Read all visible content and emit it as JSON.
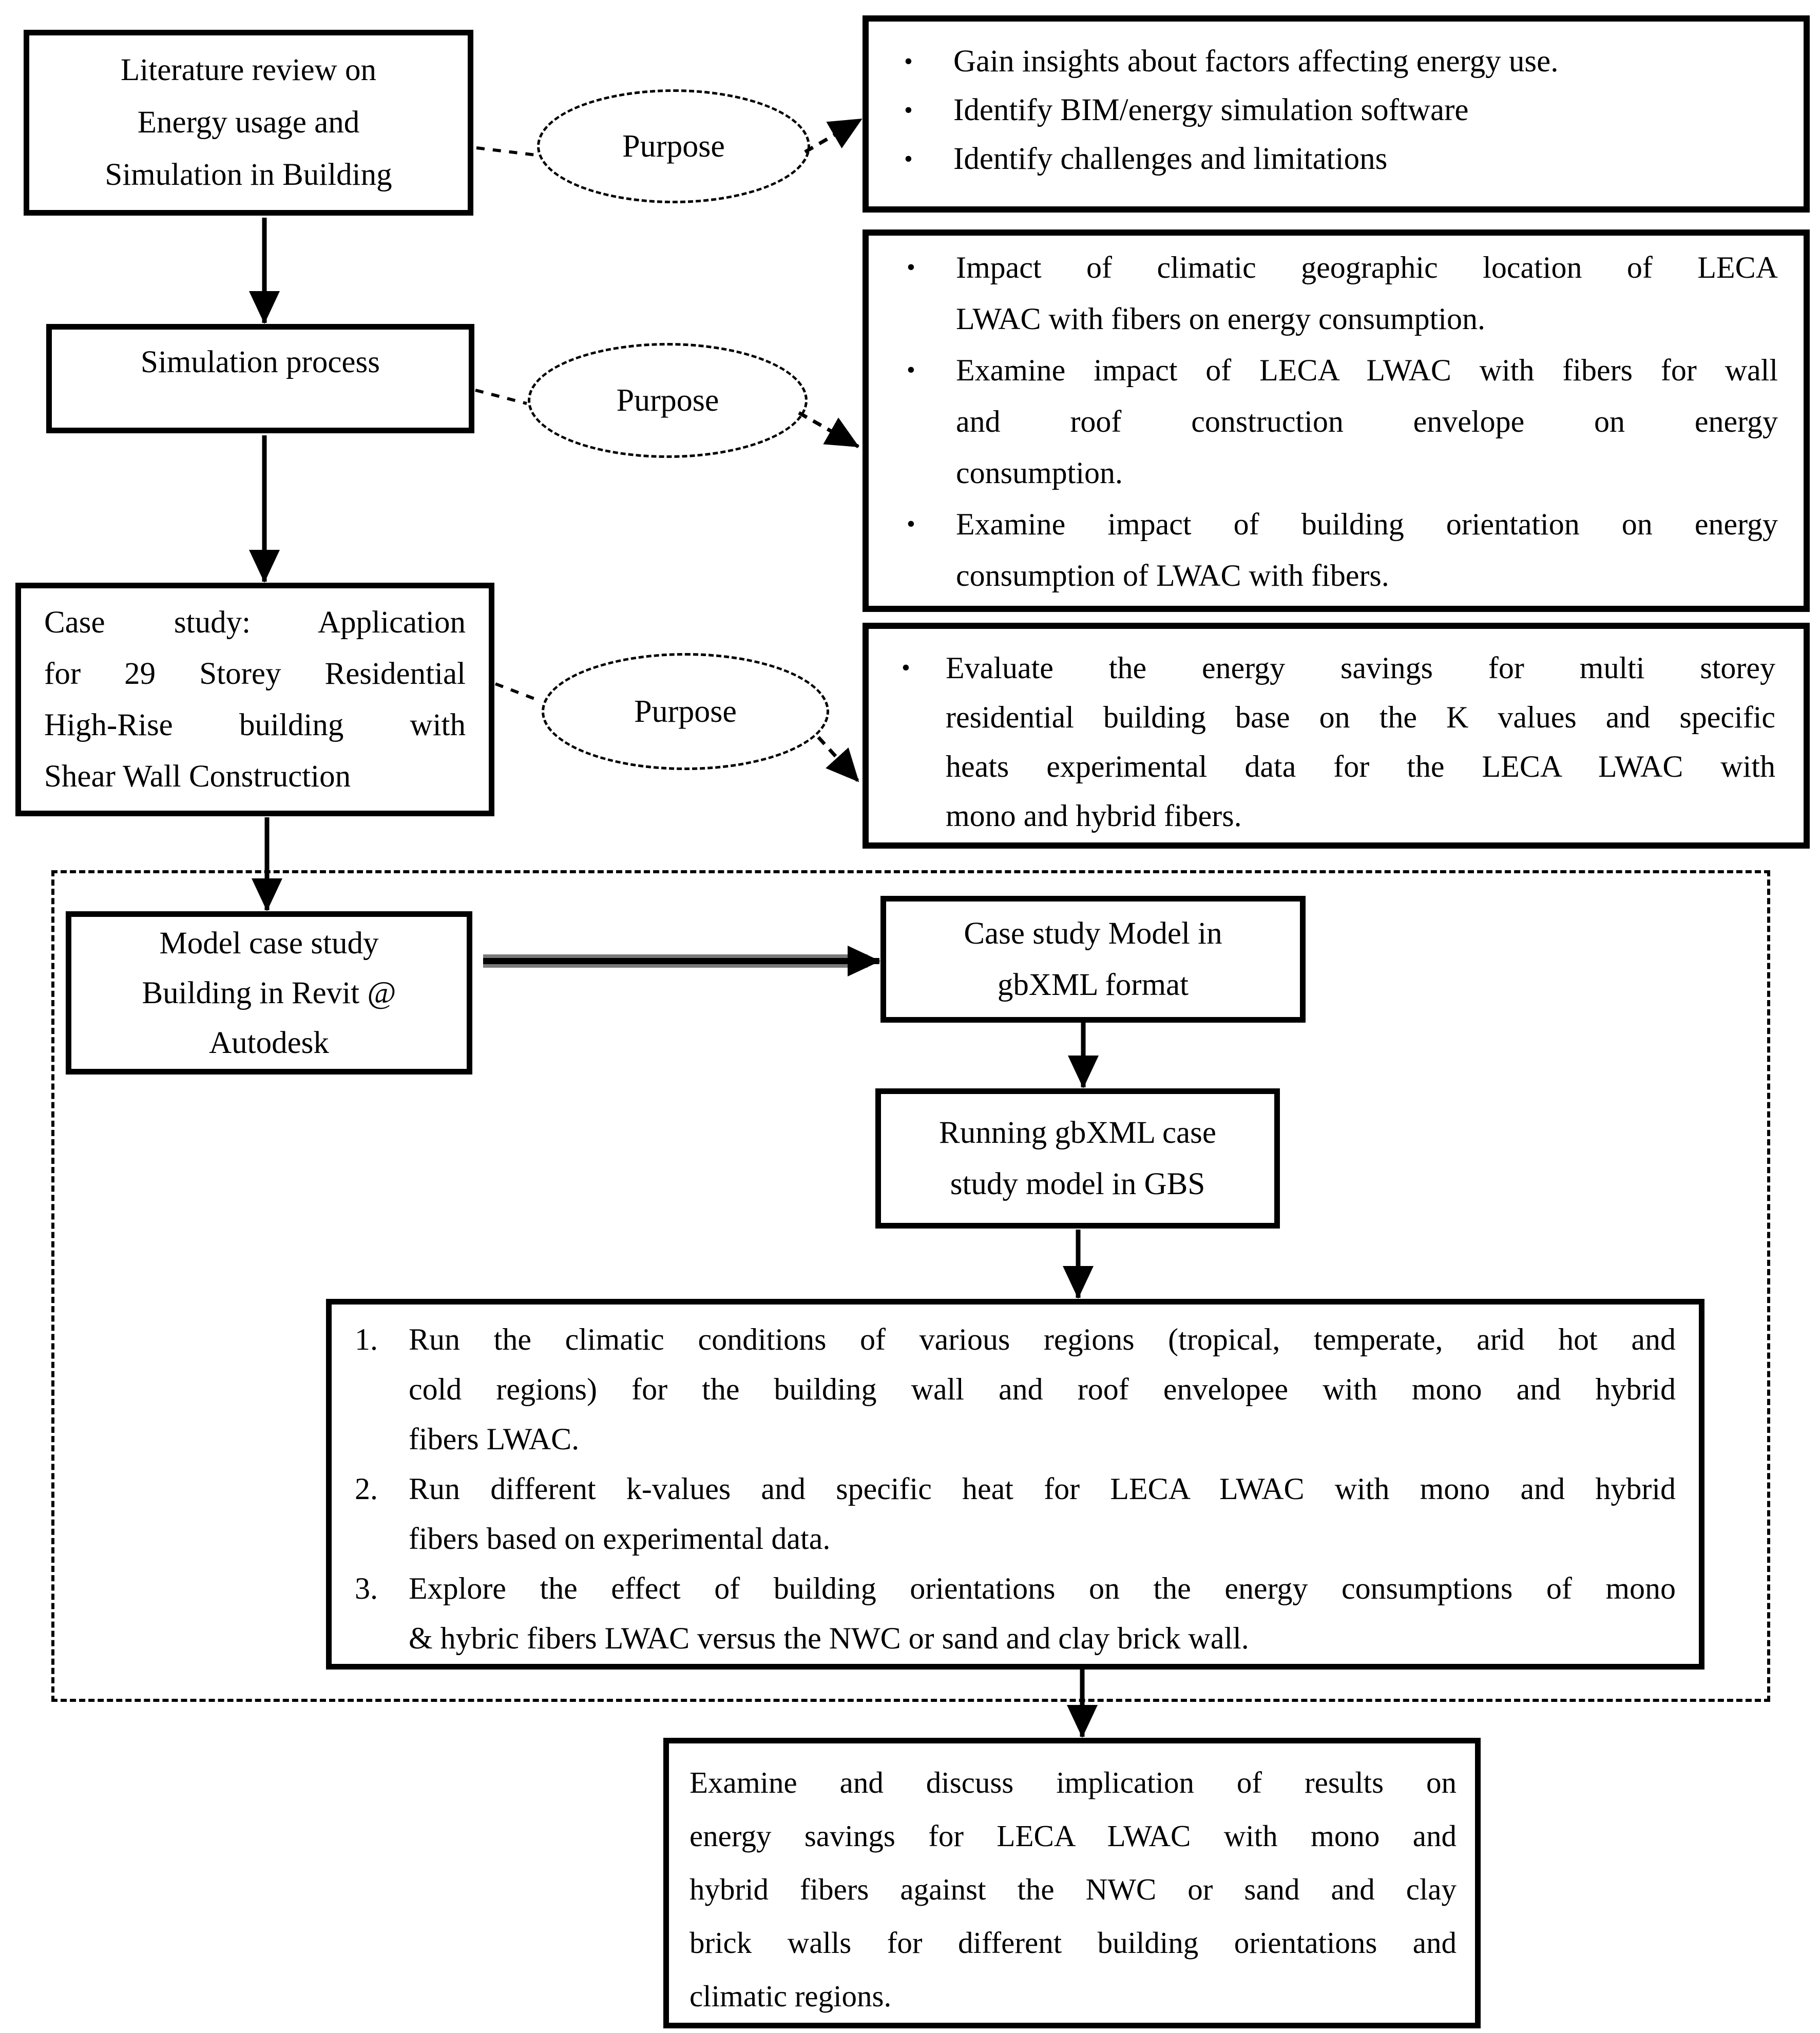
{
  "page": {
    "background": "#ffffff",
    "ink_color": "#000000"
  },
  "purpose_label": "Purpose",
  "bullet_glyph": "•",
  "literature_box": {
    "lines": [
      "Literature review on",
      "Energy usage and",
      "Simulation in Building"
    ]
  },
  "literature_purpose_bullets": [
    {
      "lines": [
        "Gain insights about factors affecting energy use."
      ]
    },
    {
      "lines": [
        "Identify BIM/energy simulation software"
      ]
    },
    {
      "lines": [
        "Identify challenges and limitations"
      ]
    }
  ],
  "simulation_box": {
    "label": "Simulation process"
  },
  "simulation_purpose_bullets": [
    {
      "lines": [
        "Impact of climatic geographic location of LECA",
        "LWAC with fibers on energy consumption."
      ]
    },
    {
      "lines": [
        "Examine impact of LECA LWAC with fibers for wall",
        "and roof construction envelope on energy",
        "consumption."
      ]
    },
    {
      "lines": [
        "Examine impact of building orientation on energy",
        "consumption of LWAC with fibers."
      ]
    }
  ],
  "case_study_box": {
    "lines": [
      "Case study: Application",
      "for 29 Storey Residential",
      "High-Rise building with",
      "Shear Wall Construction"
    ]
  },
  "case_study_purpose_bullets": [
    {
      "lines": [
        "Evaluate the energy savings for multi storey",
        "residential building base on the K values and specific",
        "heats experimental data for the LECA LWAC with",
        "mono and hybrid fibers."
      ]
    }
  ],
  "revit_box": {
    "lines": [
      "Model case study",
      "Building in Revit @",
      "Autodesk"
    ]
  },
  "gbxml_box": {
    "lines": [
      "Case study Model in",
      "gbXML format"
    ]
  },
  "gbs_box": {
    "lines": [
      "Running gbXML case",
      "study model in GBS"
    ]
  },
  "steps_box": {
    "items": [
      {
        "num": "1.",
        "lines": [
          "Run the climatic conditions of various regions (tropical, temperate, arid hot and",
          "cold regions) for the building wall and roof envelopee with mono and hybrid",
          "fibers LWAC."
        ]
      },
      {
        "num": "2.",
        "lines": [
          "Run different k-values and specific heat for LECA LWAC with mono and hybrid",
          "fibers based on experimental data."
        ]
      },
      {
        "num": "3.",
        "lines": [
          "Explore the effect of building orientations on the energy consumptions of mono",
          "& hybric fibers LWAC versus the NWC or sand and clay brick wall."
        ]
      }
    ]
  },
  "results_box": {
    "lines": [
      "Examine and discuss implication of results on",
      "energy savings for LECA LWAC with mono and",
      "hybrid fibers against the NWC or sand and clay",
      "brick walls for different building orientations and",
      "climatic regions."
    ]
  }
}
